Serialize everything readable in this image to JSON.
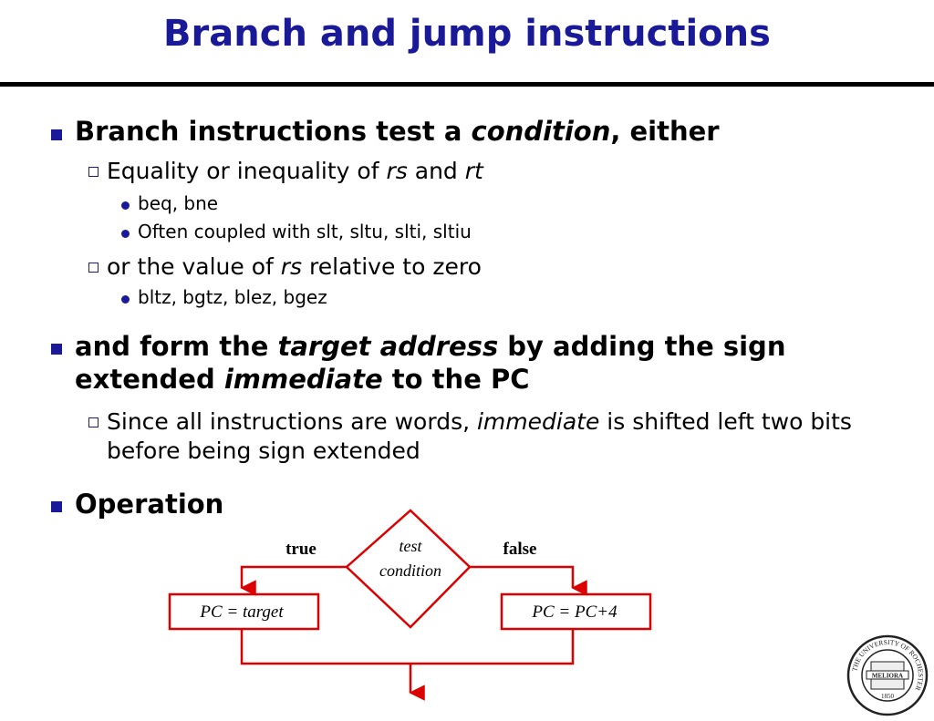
{
  "slide": {
    "title": "Branch and jump instructions"
  },
  "bullets": {
    "b1_pre": "Branch instructions test a ",
    "b1_em": "condition",
    "b1_post": ", either",
    "s1_pre": "Equality or inequality of ",
    "s1_em1": "rs",
    "s1_mid": " and ",
    "s1_em2": "rt",
    "s1a": "beq, bne",
    "s1b": "Often coupled with slt, sltu, slti, sltiu",
    "s2_pre": "or the value of ",
    "s2_em": "rs",
    "s2_post": " relative to zero",
    "s2a": "bltz, bgtz, blez, bgez",
    "b2_pre": "and form the ",
    "b2_em1": "target address",
    "b2_mid": " by adding the sign extended ",
    "b2_em2": "immediate",
    "b2_post": " to the PC",
    "s3_pre": "Since all instructions are words, ",
    "s3_em": "immediate",
    "s3_post": " is shifted left two bits before being sign extended",
    "b3": "Operation"
  },
  "flow": {
    "true_label": "true",
    "false_label": "false",
    "test_line1": "test",
    "test_line2": "condition",
    "left_box": "PC = target",
    "right_box": "PC = PC+4"
  },
  "seal": {
    "text_top": "THE UNIVERSITY OF ROCHESTER",
    "motto": "MELIORA",
    "year": "1850"
  },
  "colors": {
    "title": "#1a1a99",
    "bullet": "#1a1a99",
    "flow": "#dd0000"
  }
}
